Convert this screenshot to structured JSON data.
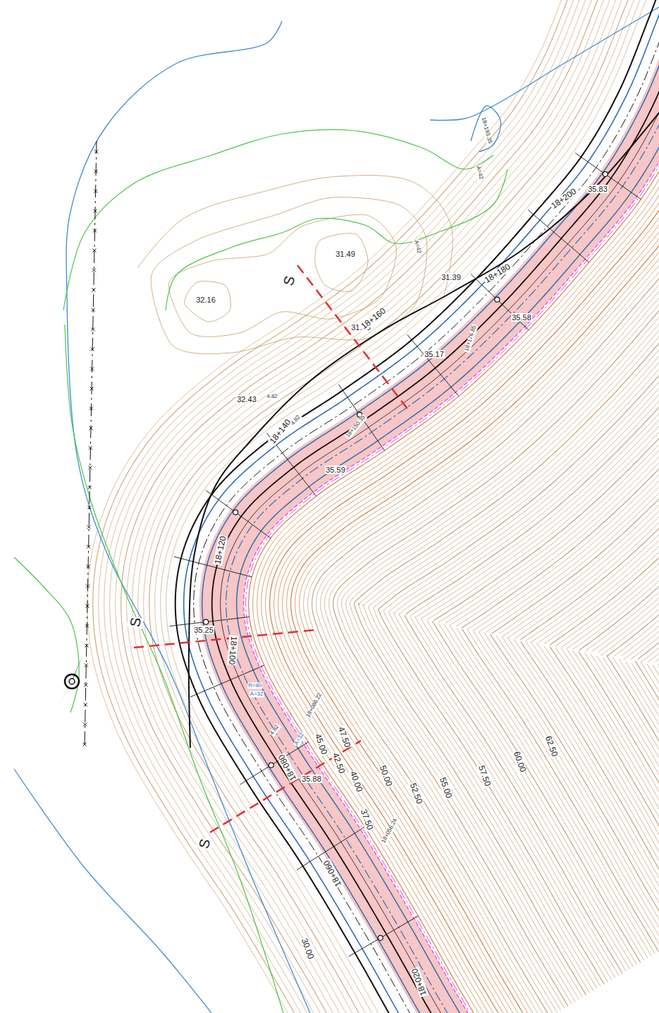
{
  "diagram": {
    "labels": [
      "S",
      "S",
      "S",
      "31.49",
      "32.16",
      "32.43",
      "31.36",
      "31.39",
      "35.17",
      "35.58",
      "35.59",
      "35.25",
      "35.88",
      "35.83",
      "18+200",
      "18+180",
      "18+160",
      "18+140",
      "18+120",
      "18+100",
      "18+080",
      "18+060",
      "18+020",
      "18+086.22",
      "18+056.24",
      "18+150.35",
      "18+176.85",
      "18+193.35",
      "4.82",
      "4.82",
      "4.82",
      "A=42",
      "A=42",
      "R=80",
      "A=32",
      "A=32",
      "45.00",
      "47.50",
      "42.50",
      "40.00",
      "50.00",
      "52.50",
      "55.00",
      "57.50",
      "60.00",
      "62.50",
      "37.50",
      "30.00"
    ]
  }
}
